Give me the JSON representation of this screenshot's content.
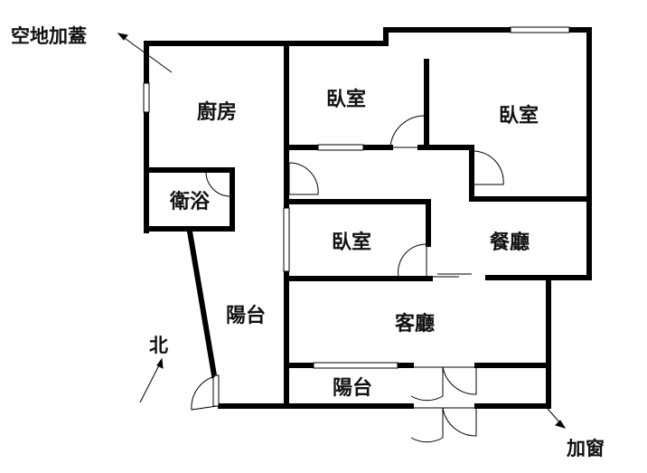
{
  "rooms": {
    "kitchen": "廚房",
    "bathroom": "衛浴",
    "bedroom_1": "臥室",
    "bedroom_2": "臥室",
    "bedroom_3": "臥室",
    "dining": "餐廳",
    "living": "客廳",
    "balcony_west": "陽台",
    "balcony_south": "陽台"
  },
  "annotations": {
    "addition": "空地加蓋",
    "north": "北",
    "window_addition": "加窗"
  },
  "colors": {
    "wall": "#000000",
    "background": "#ffffff"
  }
}
